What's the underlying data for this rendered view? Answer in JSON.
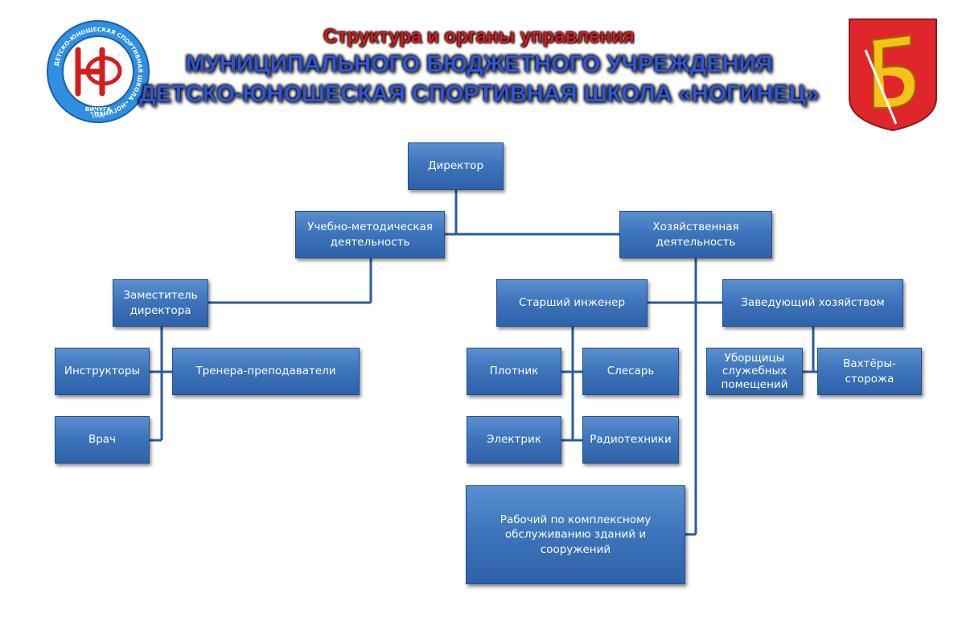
{
  "title": {
    "line1": "Структура и органы управления",
    "line2": "МУНИЦИПАЛЬНОГО БЮДЖЕТНОГО УЧРЕЖДЕНИЯ",
    "line3": "ДЕТСКО-ЮНОШЕСКАЯ СПОРТИВНАЯ ШКОЛА «НОГИНЕЦ»"
  },
  "logo": {
    "ring_text": "ДЕТСКО-ЮНОШЕСКАЯ СПОРТИВНАЯ ШКОЛА «НОГИНЕЦ»",
    "city": "ВИЧУГА",
    "year": "1922"
  },
  "colors": {
    "box_top": "#5a8fcf",
    "box_bottom": "#2e61a8",
    "connector": "#2b5a9b",
    "title_red": "#d61a1a",
    "title_blue": "#2f55d8"
  },
  "nodes": {
    "director": "Директор",
    "educational": "Учебно-методическая\nдеятельность",
    "economic": "Хозяйственная\nдеятельность",
    "deputy": "Заместитель\nдиректора",
    "instructors": "Инструкторы",
    "coaches": "Тренера-преподаватели",
    "doctor": "Врач",
    "senior_engineer": "Старший инженер",
    "supply_manager": "Заведующий хозяйством",
    "carpenter": "Плотник",
    "locksmith": "Слесарь",
    "electrician": "Электрик",
    "radio_technicians": "Радиотехники",
    "maintenance_worker": "Рабочий по комплексному\nобслуживанию зданий и сооружений",
    "cleaners": "Уборщицы\nслужебных\nпомещений",
    "guards": "Вахтёры-сторожа"
  }
}
